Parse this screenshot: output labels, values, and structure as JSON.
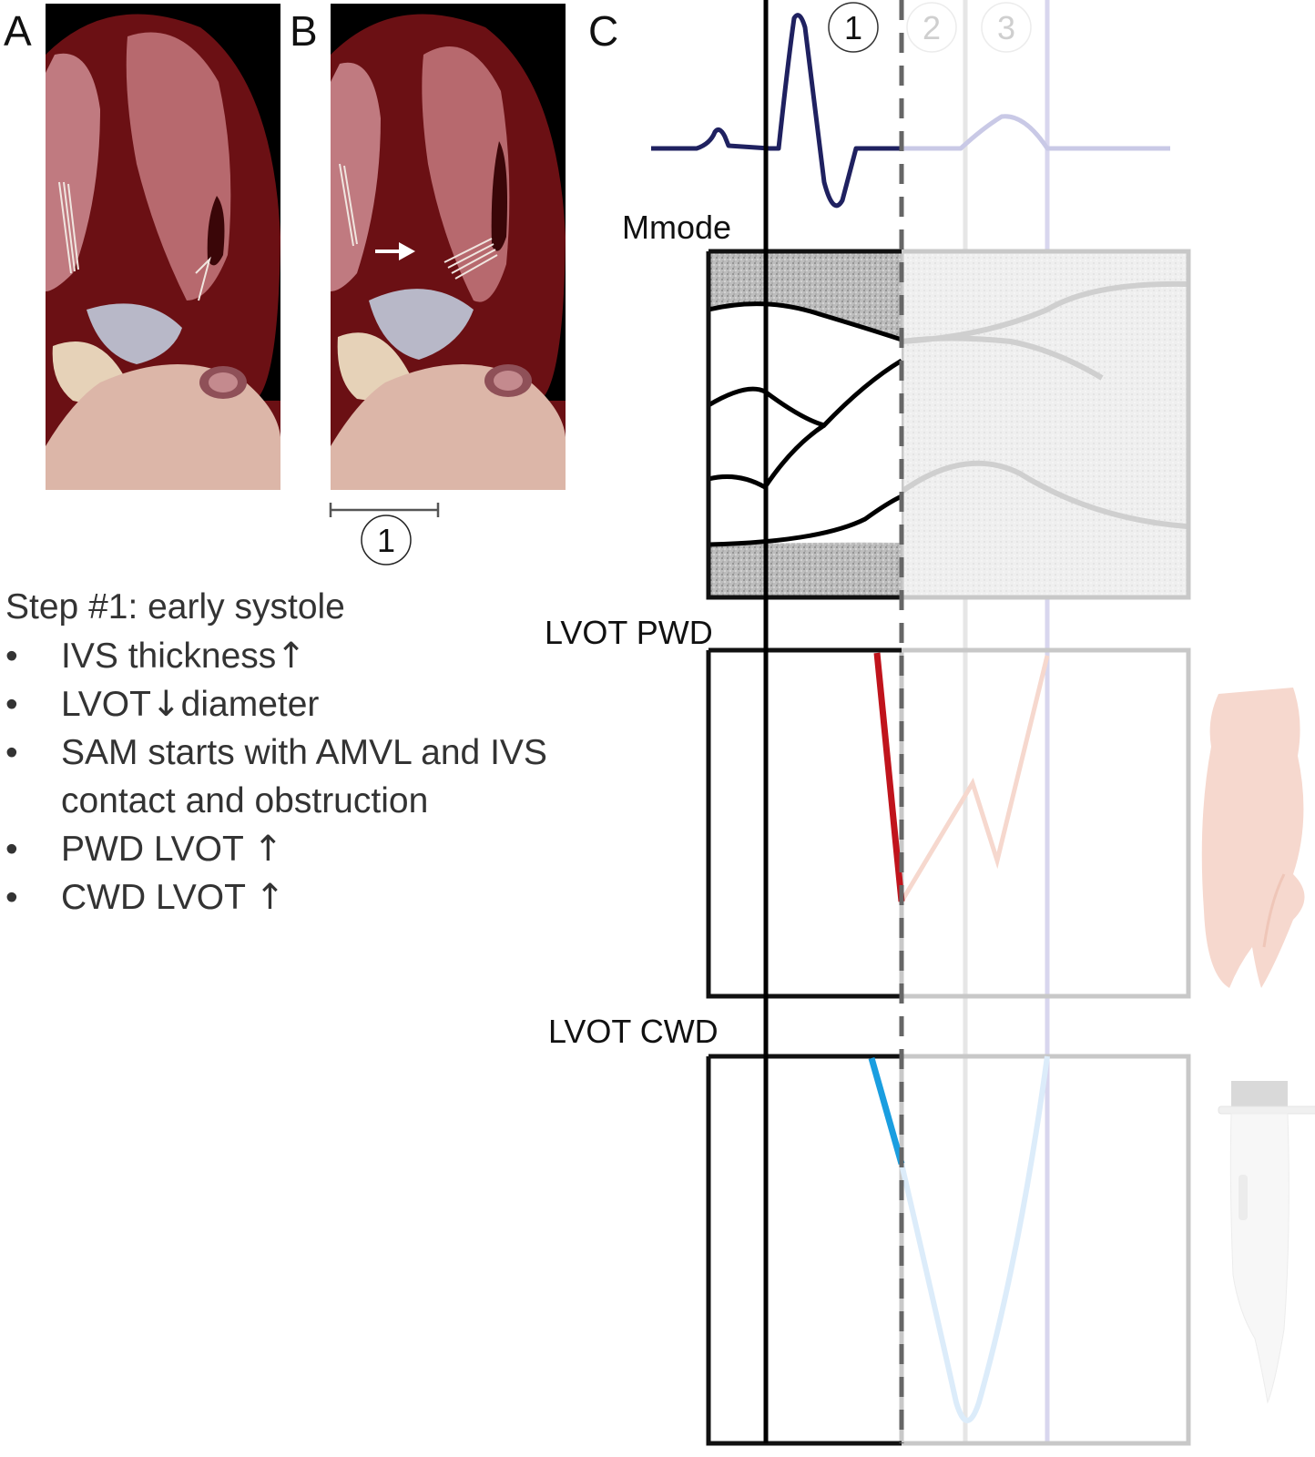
{
  "panels": {
    "a_letter": "A",
    "b_letter": "B",
    "c_letter": "C"
  },
  "step_markers": [
    "1",
    "2",
    "3"
  ],
  "scale_marker": "1",
  "trace_labels": {
    "mmode": "Mmode",
    "pwd": "LVOT PWD",
    "cwd": "LVOT CWD"
  },
  "steps_text": {
    "title": "Step #1: early systole",
    "items": [
      {
        "text": "IVS thickness",
        "arrow": "↑"
      },
      {
        "text": "LVOT",
        "arrow": "↓",
        "suffix": "diameter"
      },
      {
        "text": "SAM starts with AMVL and IVS contact and obstruction",
        "arrow": ""
      },
      {
        "text": "PWD LVOT",
        "arrow": "↑"
      },
      {
        "text": "CWD LVOT",
        "arrow": "↑"
      }
    ]
  },
  "colors": {
    "ecg_active": "#1f2160",
    "ecg_faded": "#c9c9e6",
    "pwd_active": "#c0141c",
    "pwd_faded": "#f6d8ce",
    "cwd_active": "#1a9ee0",
    "cwd_faded": "#dcecfa",
    "heart_dark": "#6b1014",
    "myocardium": "#b7696e",
    "frame_active": "#111111",
    "frame_faded": "#c8c8c8"
  },
  "icons": [
    "heart-anatomy-image",
    "white-arrow-icon",
    "lobster-claw-icon",
    "knife-icon"
  ]
}
